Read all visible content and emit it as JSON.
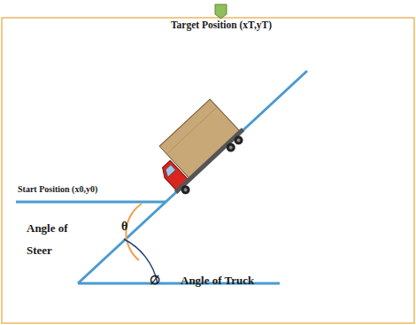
{
  "diagram": {
    "labels": [
      "Target Position (xT,yT)",
      "Start Position (x0,y0)",
      "Angle of Steer",
      "θ",
      "∅",
      "Angle of Truck"
    ]
  }
}
